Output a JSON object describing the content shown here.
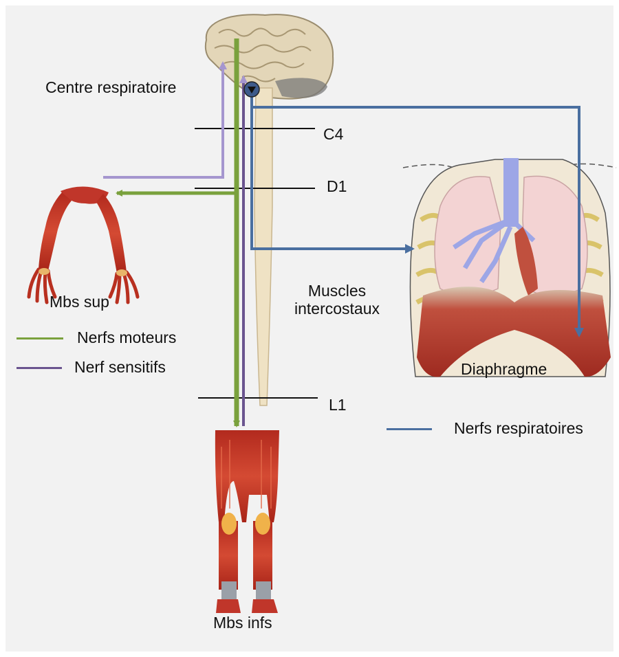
{
  "labels": {
    "centre": "Centre respiratoire",
    "c4": "C4",
    "d1": "D1",
    "l1": "L1",
    "mbs_sup": "Mbs sup",
    "mbs_infs": "Mbs infs",
    "muscles_line1": "Muscles",
    "muscles_line2": "intercostaux",
    "diaphragme": "Diaphragme"
  },
  "legend": {
    "moteurs": {
      "label": "Nerfs moteurs",
      "color": "#7aa13d"
    },
    "sensitifs": {
      "label": "Nerf sensitifs",
      "color": "#6a548f"
    },
    "respiratoires": {
      "label": "Nerfs respiratoires",
      "color": "#4a6fa0"
    }
  },
  "colors": {
    "motor": "#7aa13d",
    "sensory": "#a596cf",
    "respiratory": "#4a6fa0",
    "spine": "#efe2c4",
    "muscle": "#c0362a",
    "lung": "#f3d3d3",
    "trachea": "#9da6e6"
  }
}
